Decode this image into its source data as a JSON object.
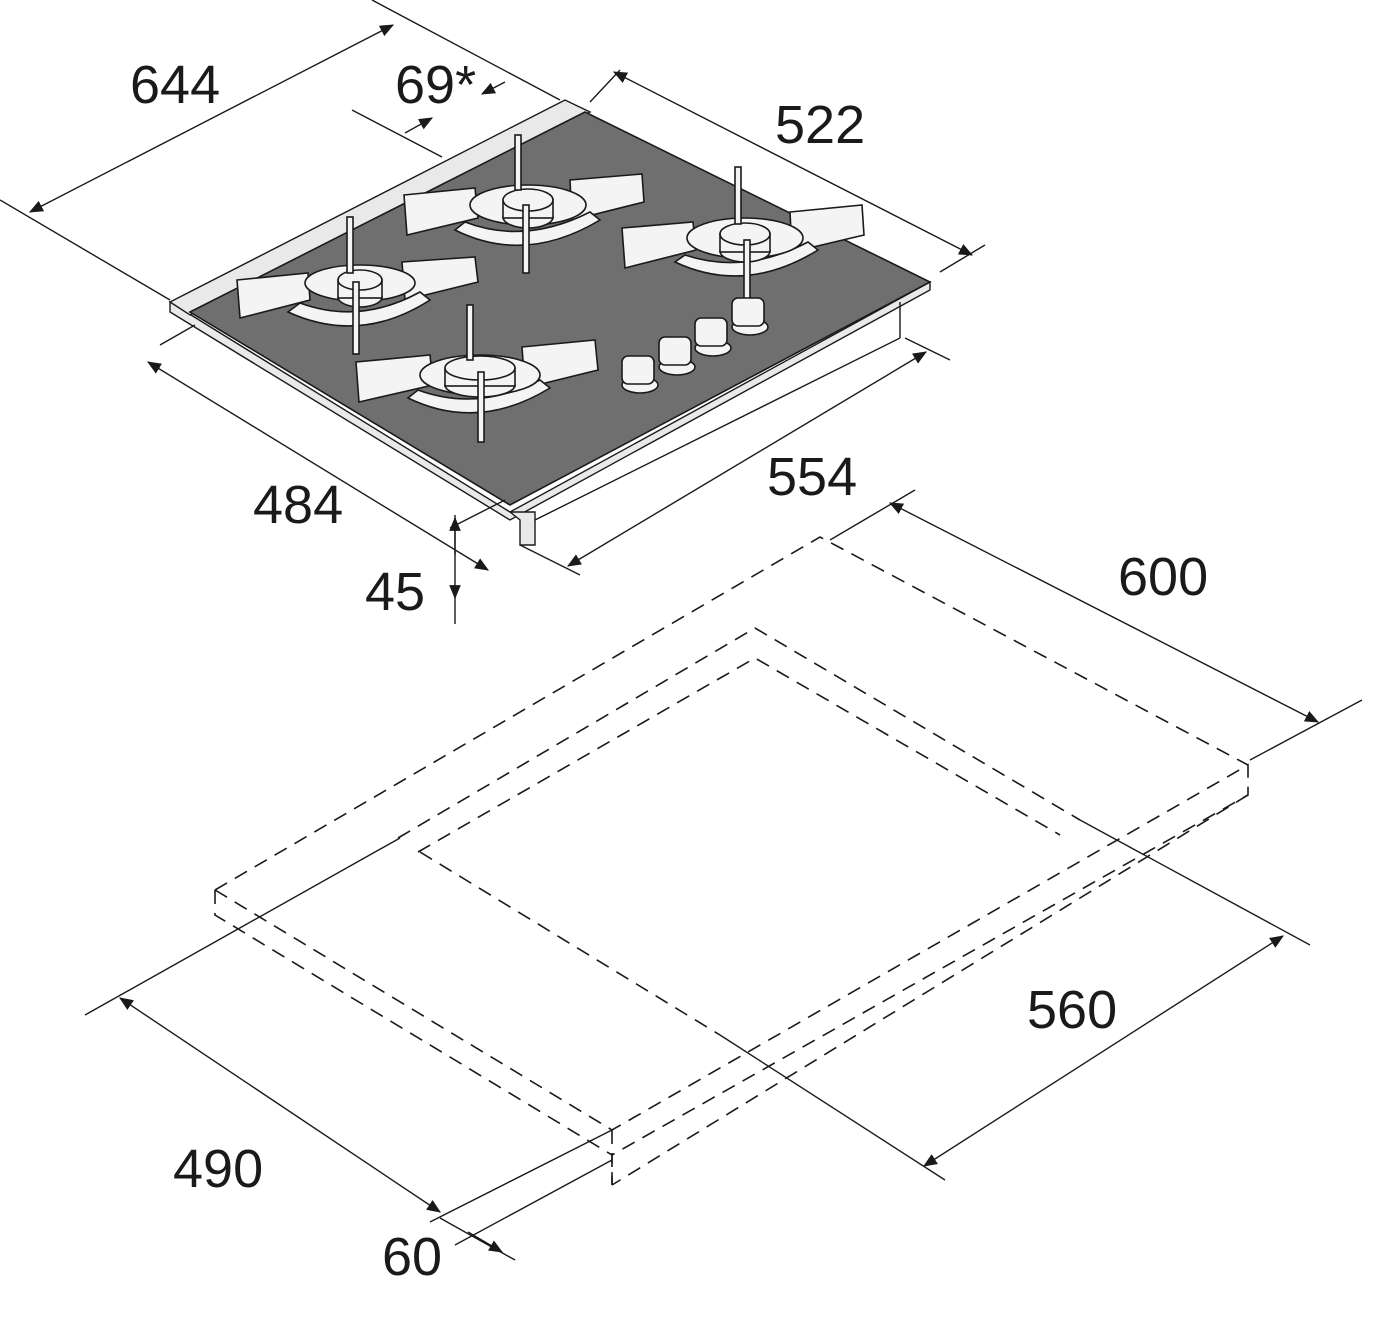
{
  "dimensions": {
    "depth_total": "644",
    "rear_offset": "69*",
    "top_width": "522",
    "front_depth": "484",
    "front_width": "554",
    "height": "45",
    "cutout_width": "600",
    "cutout_inner_width": "560",
    "cutout_depth": "490",
    "front_margin": "60"
  }
}
